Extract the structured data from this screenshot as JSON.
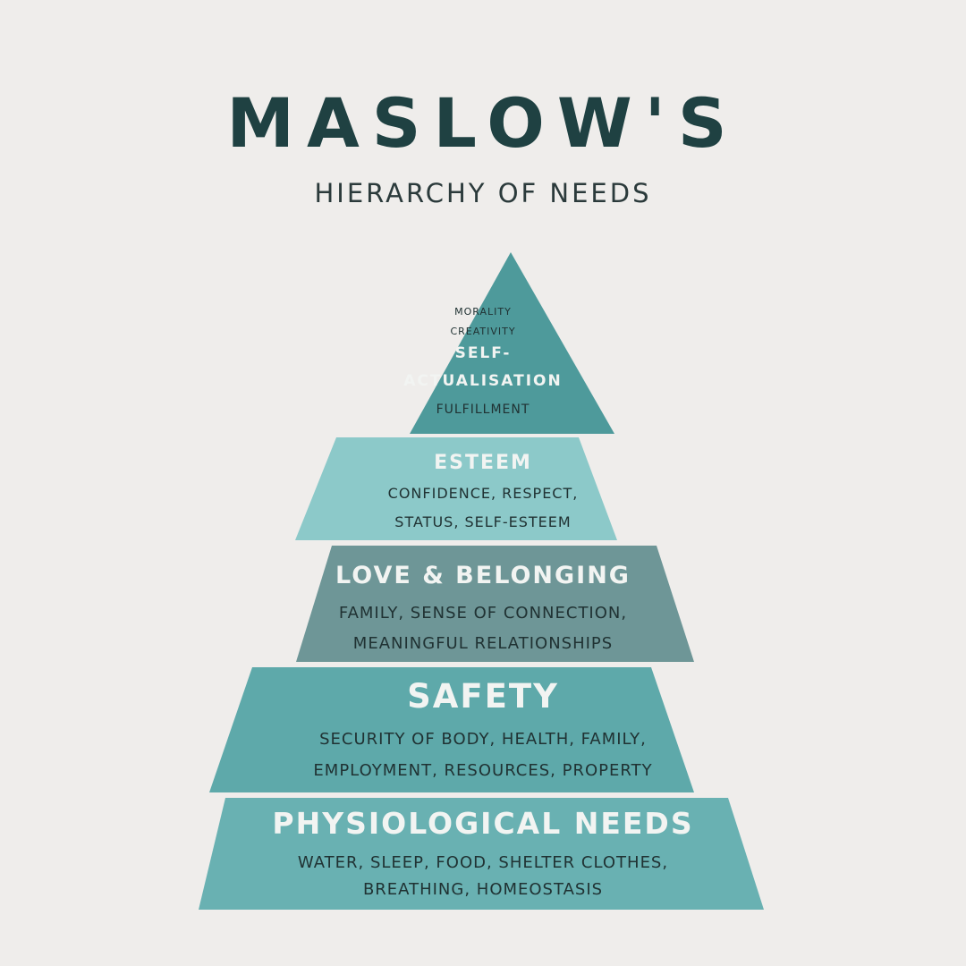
{
  "title": "MASLOW'S",
  "subtitle": "HIERARCHY OF NEEDS",
  "colors": {
    "background": "#efedeb",
    "title": "#1f4142",
    "self_actualisation": "#4e9a9b",
    "esteem": "#8cc9c9",
    "love_belonging": "#6e9697",
    "safety": "#5ea9aa",
    "physiological": "#69b1b2",
    "heading_text": "#f2f4f2",
    "description_text": "#203233"
  },
  "tiers": {
    "self_actualisation": {
      "small_line_1": "MORALITY",
      "small_line_2": "CREATIVITY",
      "heading_line_1": "SELF-",
      "heading_line_2": "ACTUALISATION",
      "detail": "FULFILLMENT"
    },
    "esteem": {
      "heading": "ESTEEM",
      "detail_line_1": "CONFIDENCE, RESPECT,",
      "detail_line_2": "STATUS, SELF-ESTEEM"
    },
    "love_belonging": {
      "heading": "LOVE & BELONGING",
      "detail_line_1": "FAMILY, SENSE OF CONNECTION,",
      "detail_line_2": "MEANINGFUL RELATIONSHIPS"
    },
    "safety": {
      "heading": "SAFETY",
      "detail_line_1": "SECURITY OF BODY, HEALTH, FAMILY,",
      "detail_line_2": "EMPLOYMENT, RESOURCES, PROPERTY"
    },
    "physiological": {
      "heading": "PHYSIOLOGICAL NEEDS",
      "detail_line_1": "WATER, SLEEP, FOOD, SHELTER CLOTHES,",
      "detail_line_2": "BREATHING, HOMEOSTASIS"
    }
  }
}
